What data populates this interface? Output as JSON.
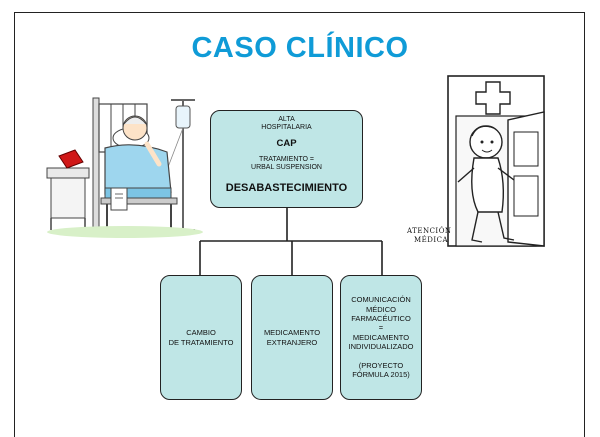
{
  "slide": {
    "title": "CASO CLÍNICO"
  },
  "diagram": {
    "root": {
      "line1": "ALTA",
      "line2": "HOSPITALARIA",
      "cap": "CAP",
      "treatment_line1": "TRATAMIENTO =",
      "treatment_line2": "URBAL SUSPENSION",
      "highlight": "DESABASTECIMIENTO"
    },
    "children": [
      {
        "label": "CAMBIO\nDE TRATAMIENTO"
      },
      {
        "label": "MEDICAMENTO\nEXTRANJERO"
      },
      {
        "label": "COMUNICACIÓN\nMÉDICO\nFARMACÉUTICO\n=\nMEDICAMENTO\nINDIVIDUALIZADO\n\n(PROYECTO\nFÓRMULA 2015)"
      }
    ]
  },
  "illustrations": {
    "left": "hospital-bed-patient",
    "right": "medical-attention-door",
    "right_caption_line1": "ATENCIÓN",
    "right_caption_line2": "MÉDICA"
  },
  "colors": {
    "title": "#0f9bd7",
    "box_fill": "#bfe6e6",
    "line": "#222222"
  }
}
